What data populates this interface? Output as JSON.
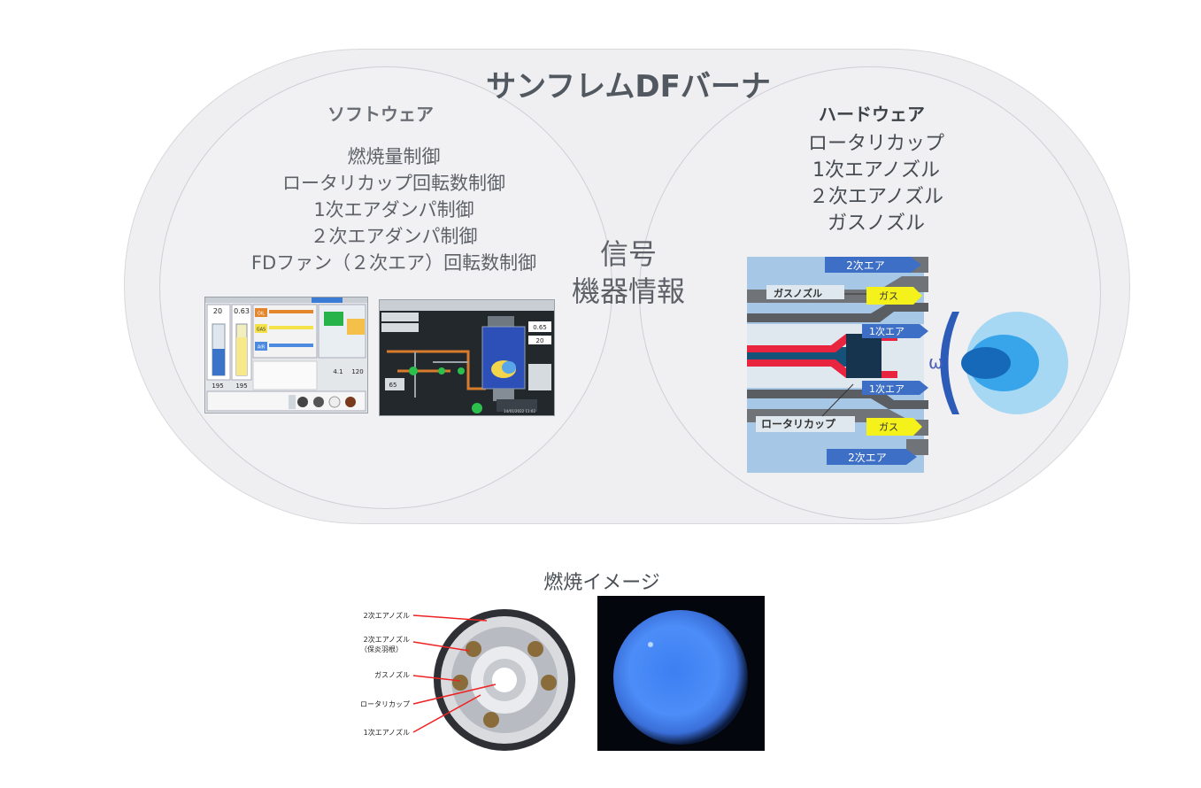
{
  "title": "サンフレムDFバーナ",
  "software": {
    "heading": "ソフトウェア",
    "items": [
      "燃焼量制御",
      "ロータリカップ回転数制御",
      "1次エアダンパ制御",
      "２次エアダンパ制御",
      "FDファン（２次エア）回転数制御"
    ],
    "screen1": {
      "value_a": "20",
      "value_b": "0.63",
      "value_c": "195",
      "value_d": "195",
      "value_e": "4.1",
      "value_f": "120",
      "btn_oil": "OIL",
      "btn_gas": "GAS",
      "btn_air": "AIR"
    },
    "screen2": {
      "readout_a": "0.65",
      "readout_b": "20",
      "readout_c": "65",
      "timestamp": "14/01/2022   11:02"
    }
  },
  "shared": {
    "line1": "信号",
    "line2": "機器情報"
  },
  "hardware": {
    "heading": "ハードウェア",
    "items": [
      "ロータリカップ",
      "1次エアノズル",
      "２次エアノズル",
      "ガスノズル"
    ],
    "diagram": {
      "secondary_air": "2次エア",
      "gas": "ガス",
      "gas_nozzle": "ガスノズル",
      "primary_air": "1次エア",
      "rotary_cup": "ロータリカップ"
    }
  },
  "combustion": {
    "title": "燃焼イメージ",
    "labels": {
      "secondary_nozzle": "2次エアノズル",
      "secondary_nozzle_vane_1": "2次エアノズル",
      "secondary_nozzle_vane_2": "（保炎羽根）",
      "gas_nozzle": "ガスノズル",
      "rotary_cup": "ロータリカップ",
      "primary_nozzle": "1次エアノズル"
    }
  },
  "colors": {
    "arrow_blue": "#3d6fc6",
    "arrow_yellow": "#f4f21a",
    "fuel_red": "#e8243f",
    "air_bg": "#a7c7e6",
    "flame": "#2f8fe0"
  }
}
